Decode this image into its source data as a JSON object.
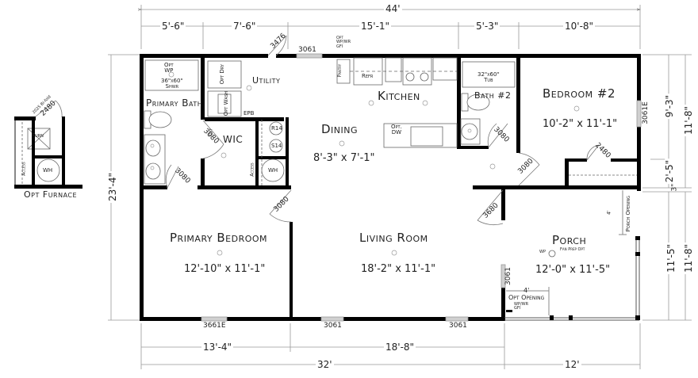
{
  "plan": {
    "overall_dims": {
      "width_top": "44'",
      "height_left": "23'-4\"",
      "bottom_main": "32'",
      "bottom_porch": "12'"
    },
    "top_segments": [
      "5'-6\"",
      "7'-6\"",
      "15'-1\"",
      "5'-3\"",
      "10'-8\""
    ],
    "bottom_segments": [
      "13'-4\"",
      "18'-8\""
    ],
    "right_dims": {
      "inner_top": "9'-3\"",
      "inner_mid": "2'-5\"",
      "inner_gap": "3\"",
      "inner_bottom": "11'-5\"",
      "outer_top": "11'-8\"",
      "outer_bottom": "11'-8\""
    },
    "rooms": {
      "primary_bath": {
        "name": "Primary Bath"
      },
      "utility": {
        "name": "Utility"
      },
      "wic": {
        "name": "WIC"
      },
      "kitchen": {
        "name": "Kitchen"
      },
      "dining": {
        "name": "Dining",
        "size": "8'-3\" x 7'-1\""
      },
      "bath2": {
        "name": "Bath #2"
      },
      "bedroom2": {
        "name": "Bedroom #2",
        "size": "10'-2\" x 11'-1\""
      },
      "primary_bedroom": {
        "name": "Primary Bedroom",
        "size": "12'-10\" x 11'-1\""
      },
      "living_room": {
        "name": "Living Room",
        "size": "18'-2\" x 11'-1\""
      },
      "porch": {
        "name": "Porch",
        "size": "12'-0\" x 11'-5\""
      }
    },
    "fixtures": {
      "shower": [
        "Opt",
        "WP",
        "36\"x60\"",
        "Shwr"
      ],
      "tub": [
        "32\"x60\"",
        "Tub"
      ],
      "dryer": "Opt Dry",
      "washer": "Opt Wash",
      "pantry": "Pantry",
      "refr": "Refr",
      "dw": [
        "Opt.",
        "DW"
      ],
      "r14": "R14",
      "s14": "S14",
      "wh": "WH",
      "access": "Access",
      "epb": "EPB",
      "furn": "Furn",
      "opt_outlet_top": [
        "Opt",
        "WP/WR",
        "GFI"
      ],
      "opt_outlet_porch": [
        "WP/WR",
        "GFI"
      ],
      "fan_prep": "Fan Prep Opt",
      "wp": "WP",
      "opt_wic": "Opt"
    },
    "doors": {
      "exterior_top": "3476",
      "bath_door": "3080",
      "wic_door": "3080",
      "primary_bed_door": "3080",
      "bath2_door": "3080",
      "bed2_door": "3080",
      "closet_bed2": "2480",
      "front_door": "3680",
      "furnace_door": "2480",
      "furnace_door_alt": "2025 Bi-fold"
    },
    "windows": {
      "top_dining": "3061",
      "bedroom2_side": "3061E",
      "primary_bed_bottom": "3661E",
      "living_bottom_left": "3061",
      "living_bottom_right": "3061",
      "living_side": "3061"
    },
    "porch_notes": {
      "porch_opening": "Porch Opening",
      "porch_opening_dim": "4'",
      "opt_opening": "Opt Opening",
      "opt_opening_dim": "4'"
    },
    "inset": {
      "title": "Opt Furnace"
    },
    "colors": {
      "wall": "#000000",
      "dim_line": "#888888",
      "window": "#c8c8c8",
      "text": "#222222"
    }
  }
}
